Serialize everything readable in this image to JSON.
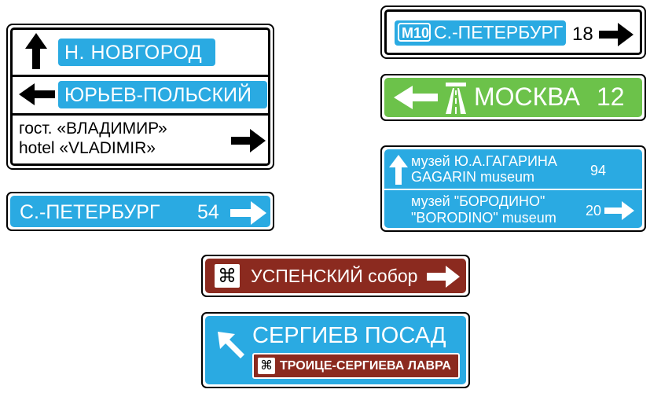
{
  "signs": {
    "novgorod": {
      "row1_dest": "Н. НОВГОРОД",
      "row2_dest": "ЮРЬЕВ-ПОЛЬСКИЙ",
      "row3_line1": "гост. «ВЛАДИМИР»",
      "row3_line2": "hotel «VLADIMIR»"
    },
    "spb54": {
      "dest": "С.-ПЕТЕРБУРГ",
      "distance": "54"
    },
    "m10": {
      "route": "М10",
      "dest": "С.-ПЕТЕРБУРГ",
      "distance": "18"
    },
    "moskva": {
      "dest": "МОСКВА",
      "distance": "12"
    },
    "museums": {
      "row1_line1": "музей Ю.А.ГАГАРИНА",
      "row1_line2": "GAGARIN museum",
      "row1_distance": "94",
      "row2_line1": "музей \"БОРОДИНО\"",
      "row2_line2": "\"BORODINO\" museum",
      "row2_distance": "20"
    },
    "uspensky": {
      "dest": "УСПЕНСКИЙ собор"
    },
    "sergiev": {
      "dest": "СЕРГИЕВ ПОСАД",
      "sub": "ТРОИЦЕ-СЕРГИЕВА ЛАВРА"
    }
  },
  "icons": [
    "arrow-up-icon",
    "arrow-left-icon",
    "arrow-right-icon",
    "arrow-up-left-icon",
    "motorway-icon",
    "landmark-icon"
  ],
  "colors": {
    "blue": "#2aaae2",
    "green": "#6cc24a",
    "brown": "#8b2a1f",
    "black": "#000000",
    "white": "#ffffff"
  }
}
